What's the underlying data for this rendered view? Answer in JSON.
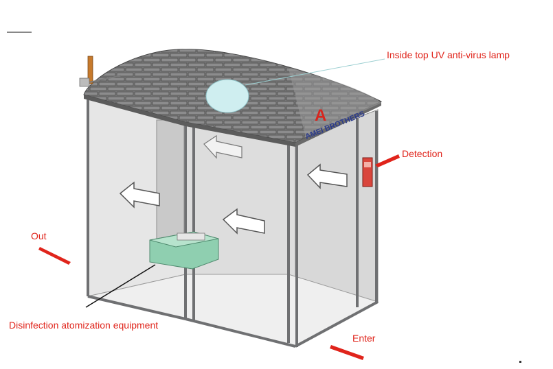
{
  "labels": {
    "uv_lamp": "Inside top UV anti-virus lamp",
    "detection": "Detection",
    "out": "Out",
    "disinfection": "Disinfection atomization equipment",
    "enter": "Enter"
  },
  "brand": {
    "letter": "A",
    "name": "AMEI BROTHERS"
  },
  "colors": {
    "callout": "#e0241b",
    "uv_lamp": "#cfeef0",
    "atomizer": "#8fcfb0",
    "brand_letter": "#d7261e",
    "brand_name": "#2a3a8c"
  }
}
